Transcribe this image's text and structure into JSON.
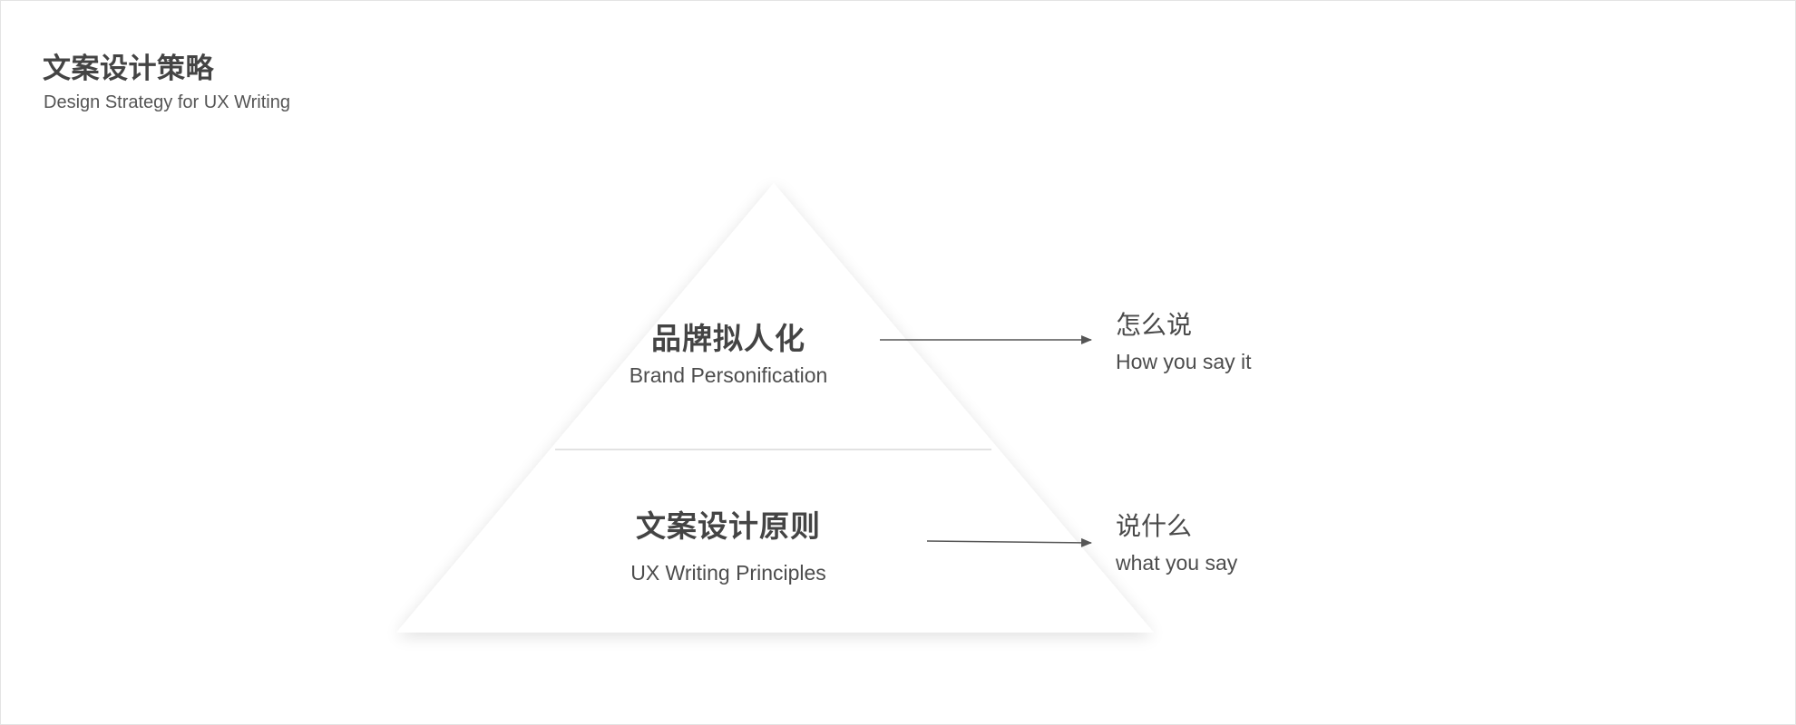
{
  "header": {
    "title": "文案设计策略",
    "subtitle": "Design Strategy for UX Writing"
  },
  "pyramid": {
    "tiers": [
      {
        "title": "品牌拟人化",
        "subtitle": "Brand Personification",
        "arrow_target": {
          "title": "怎么说",
          "subtitle": "How you say it"
        }
      },
      {
        "title": "文案设计原则",
        "subtitle": "UX Writing Principles",
        "arrow_target": {
          "title": "说什么",
          "subtitle": "what you say"
        }
      }
    ]
  },
  "colors": {
    "text": "#444444",
    "arrow": "#555555",
    "divider": "#d9d9d9",
    "shadow": "#000000",
    "background": "#ffffff",
    "border": "#e4e4e4"
  }
}
